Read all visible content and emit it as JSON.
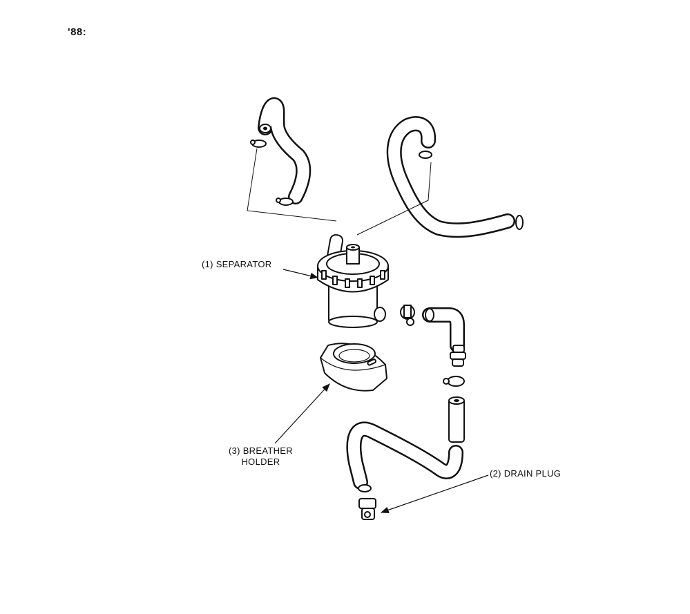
{
  "header": {
    "year": "'88:"
  },
  "labels": {
    "separator": "(1) SEPARATOR",
    "drain_plug": "(2) DRAIN PLUG",
    "breather_line1": "(3) BREATHER",
    "breather_line2": "HOLDER"
  }
}
